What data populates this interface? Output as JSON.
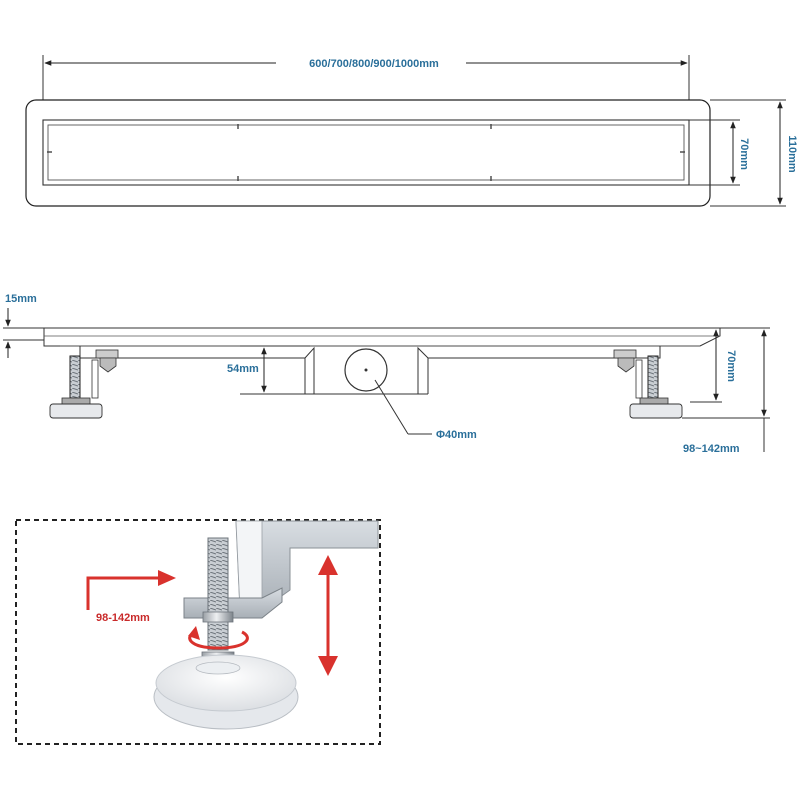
{
  "top_view": {
    "length_label": "600/700/800/900/1000mm",
    "outer_width_label": "110mm",
    "inner_width_label": "70mm"
  },
  "side_view": {
    "flange_label": "15mm",
    "body_height_label": "70mm",
    "outlet_depth_label": "54mm",
    "outlet_diameter_label": "Φ40mm",
    "adjust_range_label": "98~142mm"
  },
  "detail": {
    "adjust_range_label": "98-142mm"
  },
  "colors": {
    "label_blue": "#2a6f9a",
    "arrow_red": "#d9322d",
    "line_gray": "#555555"
  }
}
